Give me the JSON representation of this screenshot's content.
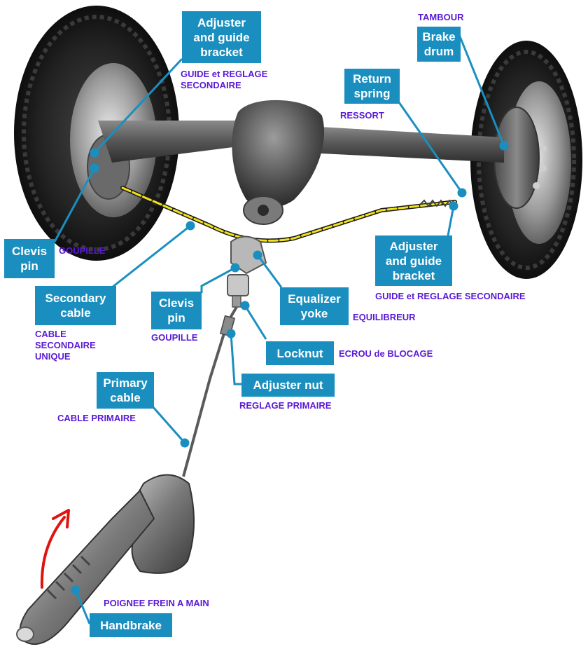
{
  "colors": {
    "callout_box": "#1a8fbf",
    "leader_line": "#1a8fbf",
    "french_text": "#5a19d6",
    "secondary_cable": "#f2e21b",
    "arrow": "#e0140f",
    "metal": "#6e6e6e",
    "tire": "#1c1c1c"
  },
  "labels": {
    "adjuster_left": {
      "en": [
        "Adjuster",
        "and guide",
        "bracket"
      ],
      "fr": [
        "GUIDE et REGLAGE",
        "SECONDAIRE"
      ]
    },
    "brake_drum": {
      "en": [
        "Brake",
        "drum"
      ],
      "fr": [
        "TAMBOUR"
      ]
    },
    "return_spring": {
      "en": [
        "Return",
        "spring"
      ],
      "fr": [
        "RESSORT"
      ]
    },
    "clevis_left": {
      "en": [
        "Clevis",
        "pin"
      ],
      "fr": [
        "GOUPILLE"
      ]
    },
    "adjuster_right": {
      "en": [
        "Adjuster",
        "and guide",
        "bracket"
      ],
      "fr": [
        "GUIDE et REGLAGE SECONDAIRE"
      ]
    },
    "secondary_cable": {
      "en": [
        "Secondary",
        "cable"
      ],
      "fr": [
        "CABLE",
        "SECONDAIRE",
        "UNIQUE"
      ]
    },
    "clevis_center": {
      "en": [
        "Clevis",
        "pin"
      ],
      "fr": [
        "GOUPILLE"
      ]
    },
    "equalizer_yoke": {
      "en": [
        "Equalizer",
        "yoke"
      ],
      "fr": [
        "EQUILIBREUR"
      ]
    },
    "locknut": {
      "en": [
        "Locknut"
      ],
      "fr": [
        "ECROU de BLOCAGE"
      ]
    },
    "adjuster_nut": {
      "en": [
        "Adjuster nut"
      ],
      "fr": [
        "REGLAGE PRIMAIRE"
      ]
    },
    "primary_cable": {
      "en": [
        "Primary",
        "cable"
      ],
      "fr": [
        "CABLE PRIMAIRE"
      ]
    },
    "handbrake": {
      "en": [
        "Handbrake"
      ],
      "fr": [
        "POIGNEE FREIN A MAIN"
      ]
    }
  }
}
